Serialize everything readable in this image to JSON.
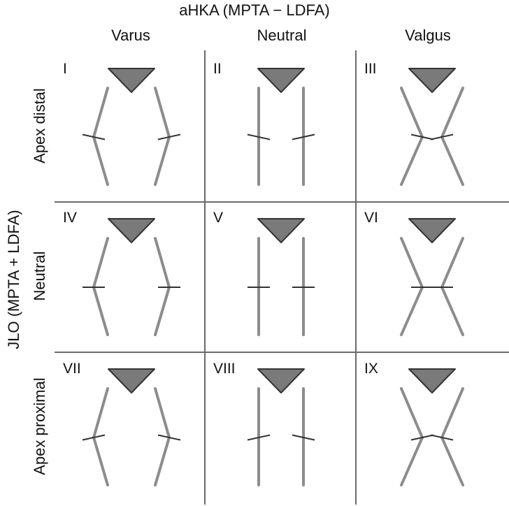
{
  "title": "aHKA (MPTA − LDFA)",
  "columns": [
    "Varus",
    "Neutral",
    "Valgus"
  ],
  "y_axis_title": "JLO (MPTA + LDFA)",
  "rows": [
    "Apex distal",
    "Neutral",
    "Apex proximal"
  ],
  "cells": [
    [
      "I",
      "II",
      "III"
    ],
    [
      "IV",
      "V",
      "VI"
    ],
    [
      "VII",
      "VIII",
      "IX"
    ]
  ],
  "colors": {
    "bone": "#8c8c8c",
    "patella": "#7a7a7a",
    "line": "#333333",
    "grid": "#6a6a6a"
  }
}
